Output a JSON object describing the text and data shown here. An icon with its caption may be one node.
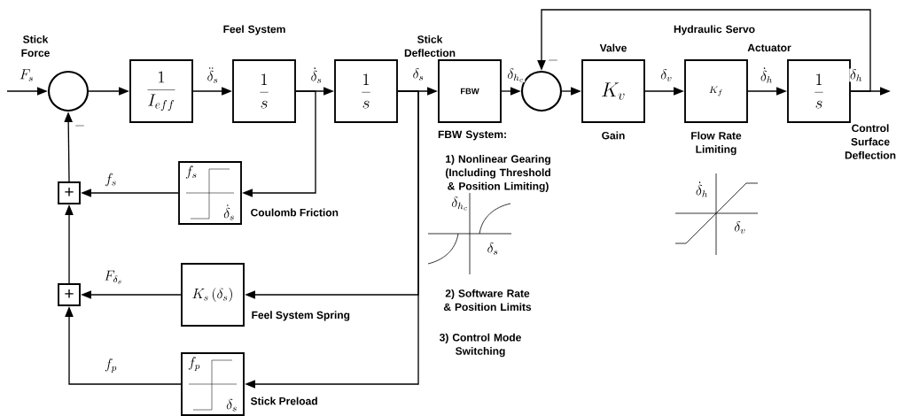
{
  "diagram": {
    "nodes": [
      {
        "text": [],
        "shape": "circle"
      },
      {
        "text": [
          "\\frac{1}{I_{eff}}"
        ]
      },
      {
        "text": [
          "\\frac{1}{s}"
        ]
      },
      {
        "text": [
          "\\frac{1}{s}"
        ]
      },
      {
        "text": [
          "FBW"
        ]
      },
      {
        "text": [],
        "shape": "circle"
      },
      {
        "text": [
          "K_v"
        ],
        "beside": [
          "Valve",
          "Gain"
        ]
      },
      {
        "text": [
          "K_f"
        ],
        "beside": [
          "Flow Rate Limiting"
        ]
      },
      {
        "text": [
          "\\frac{1}{s}"
        ]
      },
      {
        "text": [
          "+"
        ]
      },
      {
        "text": [
          "f_s",
          "\\dot{\\delta}_s"
        ],
        "beside": [
          "Coulomb Friction"
        ]
      },
      {
        "text": [
          "+"
        ]
      },
      {
        "text": [
          "K_s\\left(\\delta_s\\right)"
        ],
        "beside": [
          "Feel System Spring"
        ]
      },
      {
        "text": [
          "f_p",
          "\\delta_s"
        ],
        "beside": [
          "Stick Preload"
        ]
      }
    ],
    "edges": [
      {
        "from": null,
        "to": 0,
        "arrow": "to",
        "label": "F_s"
      },
      {
        "from": 0,
        "to": 1,
        "arrow": "to"
      },
      {
        "from": 1,
        "to": 2,
        "arrow": "to",
        "label": "\\ddot{\\delta}_s"
      },
      {
        "from": 2,
        "to": 3,
        "arrow": "to",
        "label": "\\dot{\\delta}_s"
      },
      {
        "from": 3,
        "to": 4,
        "arrow": "to",
        "label": "\\delta_s"
      },
      {
        "from": 4,
        "to": 5,
        "arrow": "to",
        "label": "\\delta_{h_c}"
      },
      {
        "from": 5,
        "to": 6,
        "arrow": "to"
      },
      {
        "from": 6,
        "to": 7,
        "arrow": "to",
        "label": "\\delta_v"
      },
      {
        "from": 7,
        "to": 8,
        "arrow": "to",
        "label": "\\dot{\\delta}_h"
      },
      {
        "from": 8,
        "to": null,
        "arrow": "to",
        "label": "\\delta_h"
      },
      {
        "from": 8,
        "to": 5,
        "arrow": "to",
        "label": "-"
      },
      {
        "from": 2,
        "to": 10,
        "arrow": "to"
      },
      {
        "from": 3,
        "to": 12,
        "arrow": "to"
      },
      {
        "from": 3,
        "to": 13,
        "arrow": "to"
      },
      {
        "from": 10,
        "to": 9,
        "arrow": "to",
        "label": "f_s"
      },
      {
        "from": 12,
        "to": 11,
        "arrow": "to",
        "label": "F_{\\delta_s}"
      },
      {
        "from": 13,
        "to": 11,
        "arrow": "to",
        "label": "f_p"
      },
      {
        "from": 11,
        "to": 9,
        "arrow": "to"
      },
      {
        "from": 9,
        "to": 0,
        "arrow": "to",
        "label": "-"
      }
    ],
    "labels": [
      "Stick Force",
      "Feel System",
      "Stick Deflection",
      "Hydraulic Servo",
      "Actuator",
      "Control Surface Deflection",
      "FBW System:",
      "1) Nonlinear Gearing (Including Threshold & Position Limiting)",
      "\\delta_{h_c}",
      "\\delta_s",
      "2) Software Rate & Position Limits",
      "3) Control Mode Switching",
      "\\dot{\\delta}_h",
      "\\delta_v"
    ]
  }
}
